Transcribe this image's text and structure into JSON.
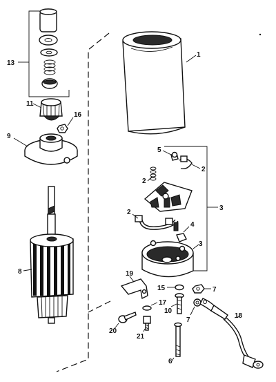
{
  "labels": {
    "l1": "1",
    "l2a": "2",
    "l2b": "2",
    "l2c": "2",
    "l3a": "3",
    "l3b": "3",
    "l4": "4",
    "l5": "5",
    "l6": "6",
    "l7a": "7",
    "l7b": "7",
    "l8": "8",
    "l9": "9",
    "l10": "10",
    "l11": "11",
    "l13": "13",
    "l15": "15",
    "l16": "16",
    "l17": "17",
    "l18": "18",
    "l19": "19",
    "l20": "20",
    "l21": "21"
  }
}
